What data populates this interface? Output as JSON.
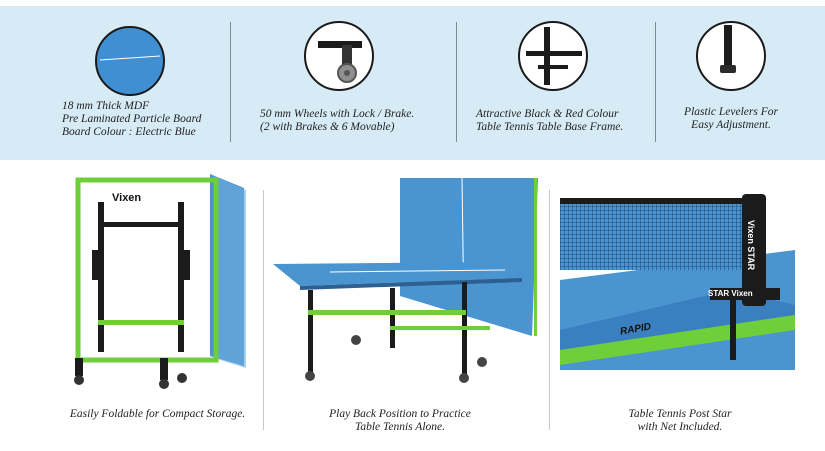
{
  "features": [
    {
      "icon": "mdf-board-icon",
      "lines": [
        "18 mm Thick MDF",
        "Pre Laminated Particle Board",
        "Board Colour : Electric Blue"
      ]
    },
    {
      "icon": "wheel-icon",
      "lines": [
        "50 mm Wheels with Lock / Brake.",
        "(2 with Brakes & 6 Movable)"
      ]
    },
    {
      "icon": "frame-icon",
      "lines": [
        "Attractive Black & Red Colour",
        "Table Tennis Table Base Frame."
      ]
    },
    {
      "icon": "leveler-icon",
      "lines": [
        "Plastic Levelers For",
        "Easy Adjustment."
      ]
    }
  ],
  "panels": [
    {
      "caption": [
        "Easily Foldable for Compact Storage."
      ],
      "brand": "Vixen"
    },
    {
      "caption": [
        "Play Back Position to Practice",
        "Table Tennis Alone."
      ]
    },
    {
      "caption": [
        "Table Tennis Post Star",
        "with Net Included."
      ],
      "post_text": "Vixen STAR",
      "clamp_text": "STAR Vixen",
      "side_text": "RAPID"
    }
  ],
  "colors": {
    "band": "#d6ebf6",
    "table_blue": "#4a94d0",
    "frame_green": "#6fcf3a",
    "frame_black": "#1b1b1b"
  }
}
